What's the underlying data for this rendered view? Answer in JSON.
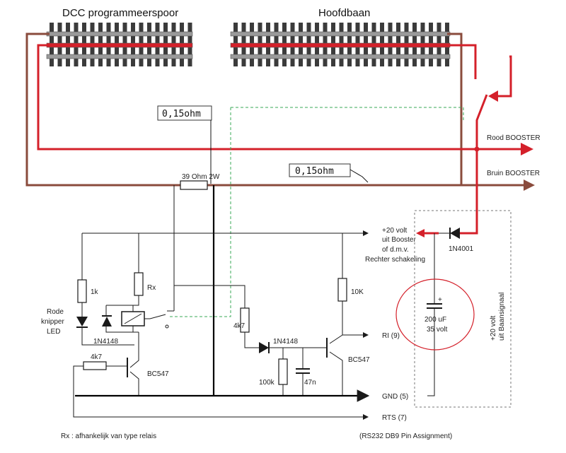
{
  "titles": {
    "left_track": "DCC programmeerspoor",
    "right_track": "Hoofdbaan"
  },
  "callouts": {
    "top": "0,15ohm",
    "middle": "0,15ohm"
  },
  "resistor_main": "39 Ohm 2W",
  "outputs": {
    "red_booster": "Rood BOOSTER",
    "brown_booster": "Bruin BOOSTER"
  },
  "supply_note": [
    "+20 volt",
    "uit Booster",
    "of d.m.v.",
    "Rechter schakeling"
  ],
  "diode_supply": "1N4001",
  "capacitor": [
    "200 uF",
    "35 volt"
  ],
  "baan_label": [
    "+20 volt",
    "uit Baansignaal"
  ],
  "components": {
    "r_1k": "1k",
    "r_x": "Rx",
    "led_label": [
      "Rode",
      "knipper",
      "LED"
    ],
    "diode_relay": "1N4148",
    "r_4k7_base": "4k7",
    "q1": "BC547",
    "r_4k7_mid": "4k7",
    "diode_mid": "1N4148",
    "r_100k": "100k",
    "c_47n": "47n",
    "r_10k": "10K",
    "q2": "BC547"
  },
  "pins": {
    "ri": "RI (9)",
    "gnd": "GND (5)",
    "rts": "RTS (7)"
  },
  "footer": {
    "rx_note": "Rx : afhankelijk van type relais",
    "rs232_note": "(RS232  DB9  Pin Assignment)"
  },
  "colors": {
    "red_rail": "#d4202a",
    "brown_rail": "#8a4b3c",
    "sense_dashed": "#3aa857",
    "highlight_circle": "#d4202a"
  }
}
